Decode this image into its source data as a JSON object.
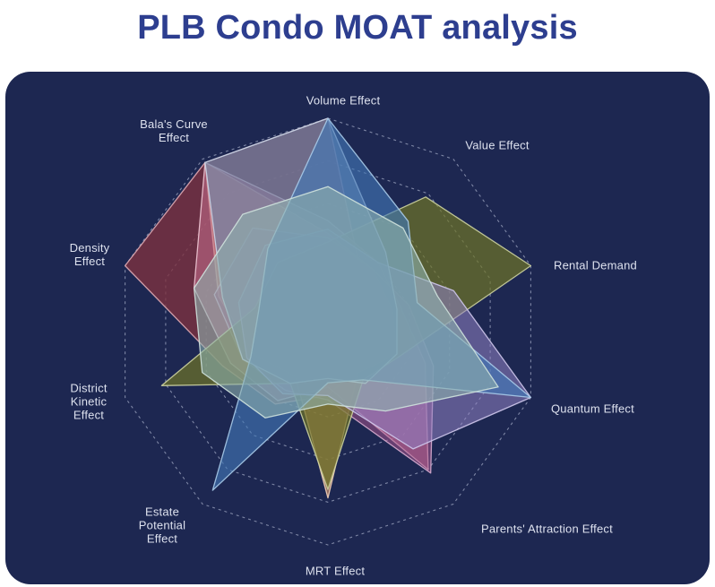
{
  "title": "PLB Condo MOAT analysis",
  "theme": {
    "page_bg": "#ffffff",
    "card_bg": "#1d2751",
    "title_color": "#2d3e8f",
    "axis_label_color": "#dde1ee",
    "grid_color": "rgba(205,214,235,0.55)"
  },
  "chart_data": {
    "type": "radar",
    "title": "PLB Condo MOAT analysis",
    "axes": [
      "Volume Effect",
      "Value Effect",
      "Rental Demand",
      "Quantum Effect",
      "Parents' Attraction Effect",
      "MRT Effect",
      "Estate Potential Effect",
      "District Kinetic Effect",
      "Density Effect",
      "Bala's Curve Effect"
    ],
    "max_value": 5,
    "rings": 5,
    "grid": "dashed concentric decagons, no radial spokes",
    "legend_position": "none",
    "values_estimated": true,
    "series": [
      {
        "name": "series-maroon",
        "fill": "#7d3240",
        "fill_opacity": 0.8,
        "stroke": "#dfaab2",
        "values": [
          5.0,
          1.4,
          1.5,
          1.3,
          1.1,
          1.5,
          2.1,
          2.6,
          5.0,
          4.9
        ]
      },
      {
        "name": "series-salmon",
        "fill": "#dd9a6e",
        "fill_opacity": 0.6,
        "stroke": "#f3d2b8",
        "values": [
          2.3,
          1.8,
          1.6,
          1.7,
          1.2,
          3.9,
          1.3,
          1.8,
          2.7,
          4.9
        ]
      },
      {
        "name": "series-pink",
        "fill": "#c06b89",
        "fill_opacity": 0.6,
        "stroke": "#eec6d4",
        "values": [
          2.6,
          2.0,
          1.8,
          2.4,
          4.0,
          1.3,
          2.0,
          2.4,
          3.3,
          4.9
        ]
      },
      {
        "name": "series-magenta",
        "fill": "#a4538d",
        "fill_opacity": 0.55,
        "stroke": "#d9aed0",
        "values": [
          2.2,
          1.8,
          2.0,
          2.6,
          4.1,
          1.6,
          1.7,
          2.1,
          2.8,
          3.0
        ]
      },
      {
        "name": "series-olive",
        "fill": "#6f7527",
        "fill_opacity": 0.7,
        "stroke": "#cdd3a0",
        "values": [
          2.1,
          3.9,
          5.0,
          1.8,
          1.4,
          3.7,
          1.5,
          4.1,
          1.8,
          2.0
        ]
      },
      {
        "name": "series-purple",
        "fill": "#9183c4",
        "fill_opacity": 0.55,
        "stroke": "#cfc8ec",
        "values": [
          2.4,
          2.0,
          3.1,
          5.0,
          3.4,
          1.5,
          1.8,
          2.0,
          2.2,
          2.5
        ]
      },
      {
        "name": "series-slate",
        "fill": "#7286a8",
        "fill_opacity": 0.7,
        "stroke": "#c9d4e6",
        "values": [
          5.0,
          2.3,
          1.7,
          1.7,
          1.5,
          1.1,
          1.5,
          2.1,
          2.6,
          4.9
        ]
      },
      {
        "name": "series-steel-blue",
        "fill": "#4279b8",
        "fill_opacity": 0.62,
        "stroke": "#a8cbe9",
        "values": [
          5.0,
          3.2,
          2.2,
          5.0,
          1.4,
          1.2,
          4.6,
          1.9,
          1.7,
          2.4
        ]
      },
      {
        "name": "series-teal",
        "fill": "#8fb3af",
        "fill_opacity": 0.6,
        "stroke": "#cfe2dd",
        "values": [
          3.4,
          3.0,
          2.7,
          4.2,
          2.3,
          1.7,
          2.5,
          3.1,
          3.3,
          3.4
        ]
      }
    ]
  }
}
